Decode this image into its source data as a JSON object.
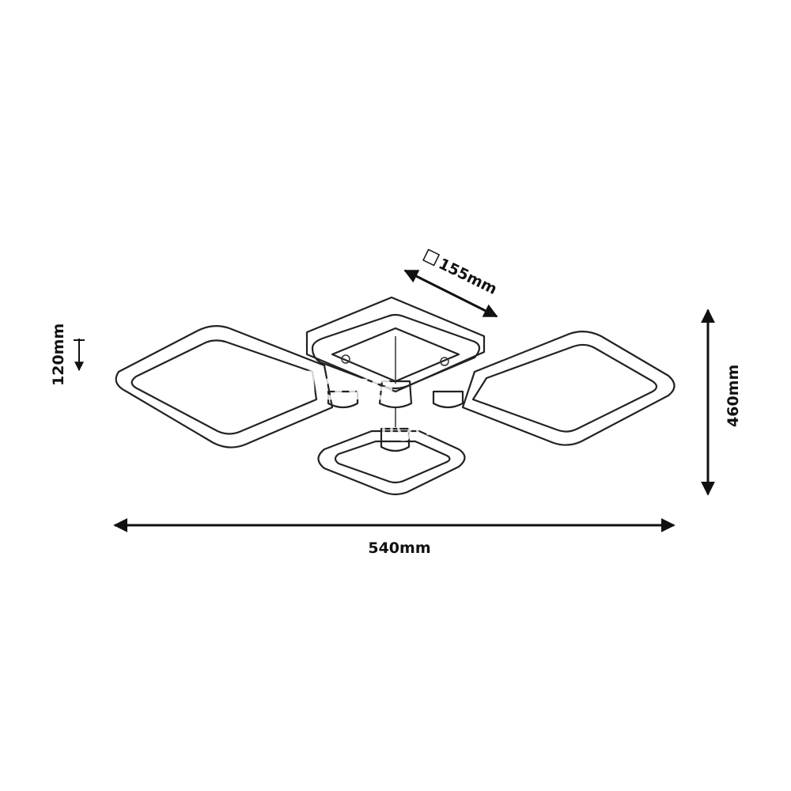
{
  "title": "Ceiling lamp dimension drawing",
  "dimensions": {
    "width": "540mm",
    "depth": "460mm",
    "height": "120mm",
    "canopy": "155mm"
  },
  "icons": {
    "canopy_square": "square-icon"
  },
  "watermark": "love lighting",
  "colors": {
    "line": "#222222",
    "background": "#ffffff"
  }
}
